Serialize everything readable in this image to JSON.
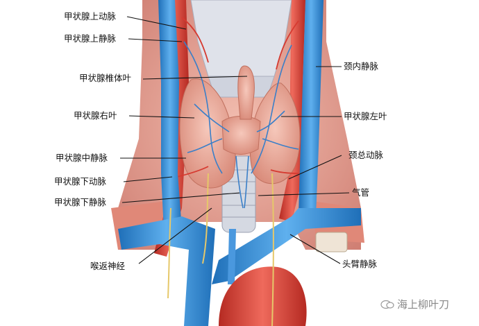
{
  "labels": {
    "sup_thyroid_artery": "甲状腺上动脉",
    "sup_thyroid_vein": "甲状腺上静脉",
    "pyramidal_lobe": "甲状腺椎体叶",
    "right_lobe": "甲状腺右叶",
    "middle_thyroid_vein": "甲状腺中静脉",
    "inf_thyroid_artery": "甲状腺下动脉",
    "inf_thyroid_vein": "甲状腺下静脉",
    "recurrent_laryngeal_nerve": "喉返神经",
    "internal_jugular_vein": "颈内静脉",
    "left_lobe": "甲状腺左叶",
    "common_carotid_artery": "颈总动脉",
    "trachea": "气管",
    "brachiocephalic_vein": "头臂静脉"
  },
  "watermark": "海上柳叶刀",
  "colors": {
    "vein": "#3a8fd6",
    "artery": "#d9443a",
    "gland": "#eca99a",
    "cartilage": "#d9dde6",
    "nerve": "#e6c86a"
  }
}
